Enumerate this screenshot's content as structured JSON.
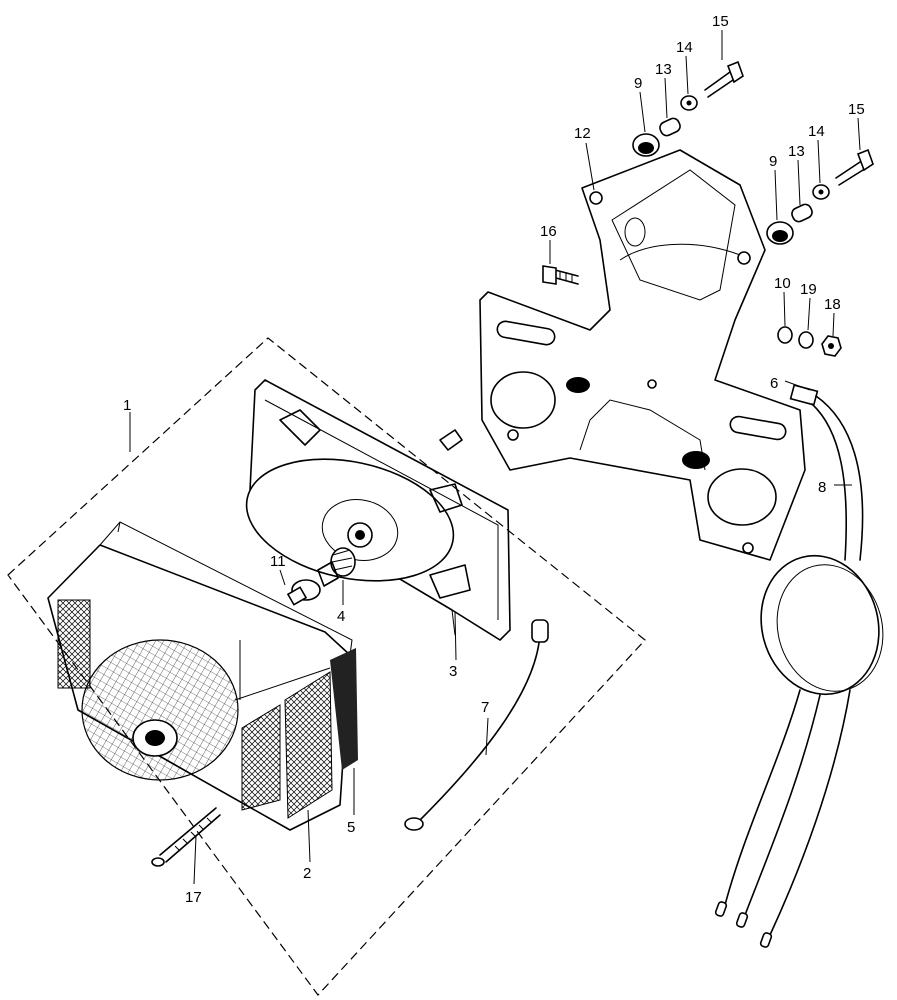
{
  "diagram": {
    "callouts": {
      "c1": "1",
      "c2": "2",
      "c3": "3",
      "c4": "4",
      "c5": "5",
      "c6": "6",
      "c7": "7",
      "c8": "8",
      "c9a": "9",
      "c9b": "9",
      "c10": "10",
      "c11": "11",
      "c12": "12",
      "c13a": "13",
      "c13b": "13",
      "c14a": "14",
      "c14b": "14",
      "c15a": "15",
      "c15b": "15",
      "c16": "16",
      "c17": "17",
      "c18": "18",
      "c19": "19"
    }
  }
}
